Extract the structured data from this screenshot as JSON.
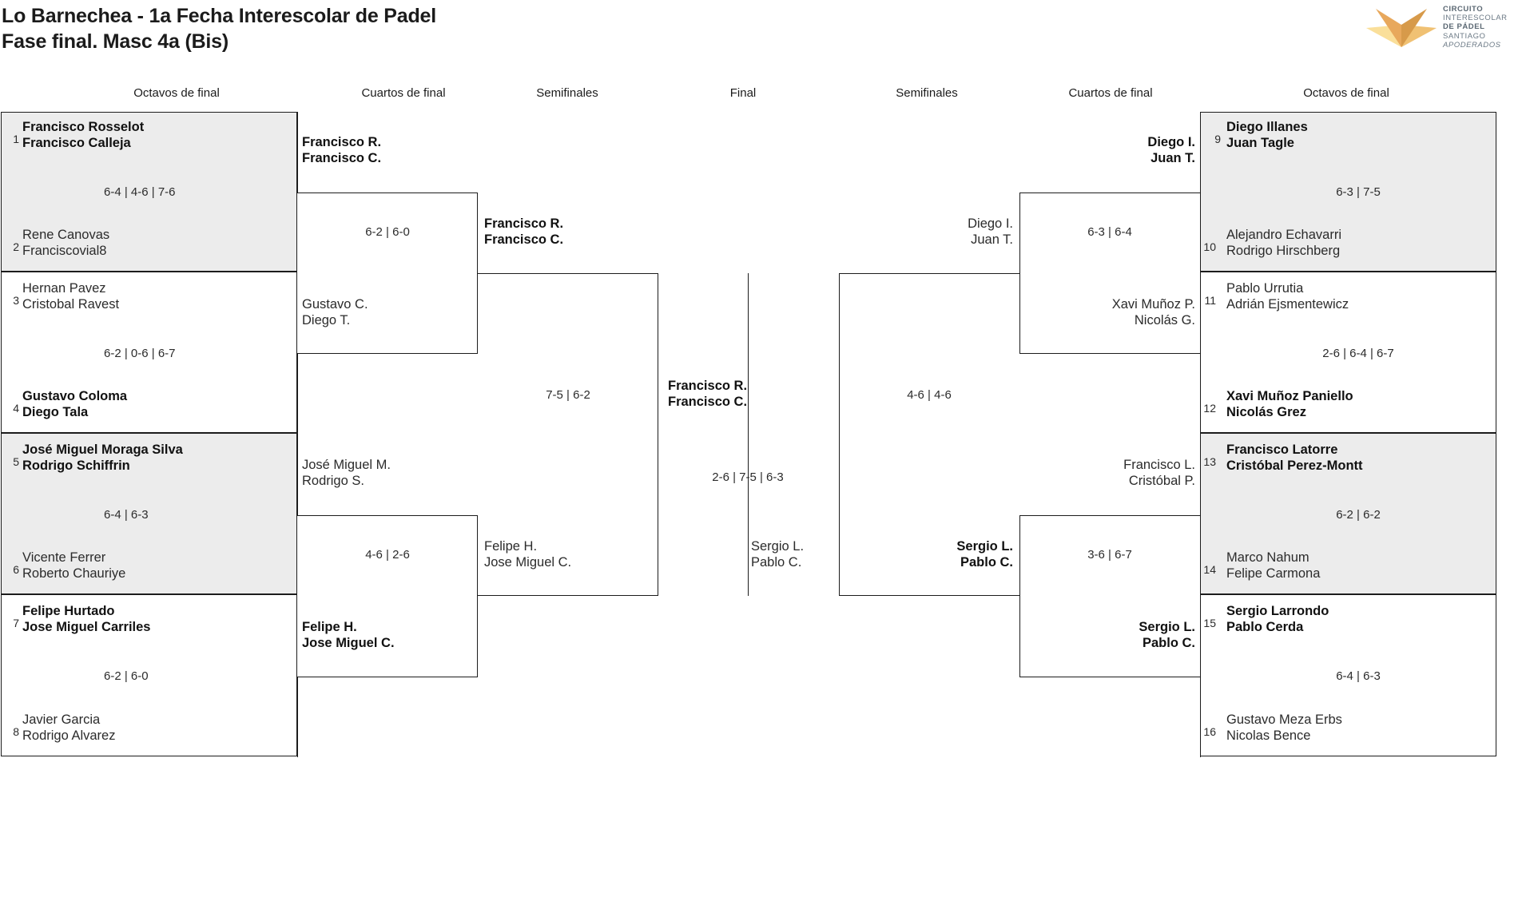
{
  "header": {
    "title_line1": "Lo Barnechea - 1a Fecha Interescolar de Padel",
    "title_line2": "Fase final. Masc 4a (Bis)"
  },
  "logo": {
    "line1": "CIRCUITO",
    "line2": "INTERESCOLAR",
    "line3": "DE PÁDEL",
    "line4": "SANTIAGO",
    "line5": "APODERADOS",
    "color_dark": "#d79a4a",
    "color_mid": "#e8a85c",
    "color_light": "#fadf9a",
    "text_color": "#6c7a86"
  },
  "round_labels": {
    "left_r16": "Octavos de final",
    "left_qf": "Cuartos de final",
    "left_sf": "Semifinales",
    "final": "Final",
    "right_sf": "Semifinales",
    "right_qf": "Cuartos de final",
    "right_r16": "Octavos de final"
  },
  "left_r16": [
    {
      "shaded": true,
      "top": {
        "seed": "1",
        "p1": "Francisco Rosselot",
        "p2": "Francisco Calleja",
        "winner": true
      },
      "bottom": {
        "seed": "2",
        "p1": "Rene Canovas",
        "p2": "Franciscovial8",
        "winner": false
      },
      "score": "6-4 | 4-6 | 7-6"
    },
    {
      "shaded": false,
      "top": {
        "seed": "3",
        "p1": "Hernan Pavez",
        "p2": "Cristobal Ravest",
        "winner": false
      },
      "bottom": {
        "seed": "4",
        "p1": "Gustavo Coloma",
        "p2": "Diego Tala",
        "winner": true
      },
      "score": "6-2 | 0-6 | 6-7"
    },
    {
      "shaded": true,
      "top": {
        "seed": "5",
        "p1": "José Miguel Moraga Silva",
        "p2": "Rodrigo Schiffrin",
        "winner": true
      },
      "bottom": {
        "seed": "6",
        "p1": "Vicente Ferrer",
        "p2": "Roberto Chauriye",
        "winner": false
      },
      "score": "6-4 | 6-3"
    },
    {
      "shaded": false,
      "top": {
        "seed": "7",
        "p1": "Felipe Hurtado",
        "p2": "Jose Miguel Carriles",
        "winner": true
      },
      "bottom": {
        "seed": "8",
        "p1": "Javier Garcia",
        "p2": "Rodrigo Alvarez",
        "winner": false
      },
      "score": "6-2 | 6-0"
    }
  ],
  "right_r16": [
    {
      "shaded": true,
      "top": {
        "seed": "9",
        "p1": "Diego Illanes",
        "p2": "Juan Tagle",
        "winner": true
      },
      "bottom": {
        "seed": "10",
        "p1": "Alejandro Echavarri",
        "p2": "Rodrigo Hirschberg",
        "winner": false
      },
      "score": "6-3 | 7-5"
    },
    {
      "shaded": false,
      "top": {
        "seed": "11",
        "p1": "Pablo Urrutia",
        "p2": "Adrián Ejsmentewicz",
        "winner": false
      },
      "bottom": {
        "seed": "12",
        "p1": "Xavi Muñoz Paniello",
        "p2": "Nicolás Grez",
        "winner": true
      },
      "score": "2-6 | 6-4 | 6-7"
    },
    {
      "shaded": true,
      "top": {
        "seed": "13",
        "p1": "Francisco Latorre",
        "p2": "Cristóbal Perez-Montt",
        "winner": true
      },
      "bottom": {
        "seed": "14",
        "p1": "Marco Nahum",
        "p2": "Felipe Carmona",
        "winner": false
      },
      "score": "6-2 | 6-2"
    },
    {
      "shaded": false,
      "top": {
        "seed": "15",
        "p1": "Sergio Larrondo",
        "p2": "Pablo Cerda",
        "winner": true
      },
      "bottom": {
        "seed": "16",
        "p1": "Gustavo Meza Erbs",
        "p2": "Nicolas Bence",
        "winner": false
      },
      "score": "6-4 | 6-3"
    }
  ],
  "left_qf": [
    {
      "top": {
        "p1": "Francisco R.",
        "p2": "Francisco C.",
        "winner": true
      },
      "bottom": {
        "p1": "Gustavo C.",
        "p2": "Diego T.",
        "winner": false
      },
      "score": "6-2 | 6-0"
    },
    {
      "top": {
        "p1": "José Miguel M.",
        "p2": "Rodrigo S.",
        "winner": false
      },
      "bottom": {
        "p1": "Felipe H.",
        "p2": "Jose Miguel C.",
        "winner": true
      },
      "score": "4-6 | 2-6"
    }
  ],
  "right_qf": [
    {
      "top": {
        "p1": "Diego I.",
        "p2": "Juan T.",
        "winner": true
      },
      "bottom": {
        "p1": "Xavi Muñoz P.",
        "p2": "Nicolás G.",
        "winner": false
      },
      "score": "6-3 | 6-4"
    },
    {
      "top": {
        "p1": "Francisco L.",
        "p2": "Cristóbal P.",
        "winner": false
      },
      "bottom": {
        "p1": "Sergio L.",
        "p2": "Pablo C.",
        "winner": true
      },
      "score": "3-6 | 6-7"
    }
  ],
  "left_sf": {
    "top": {
      "p1": "Francisco R.",
      "p2": "Francisco C.",
      "winner": true
    },
    "bottom": {
      "p1": "Felipe H.",
      "p2": "Jose Miguel C.",
      "winner": false
    },
    "score": "7-5 | 6-2"
  },
  "right_sf": {
    "top": {
      "p1": "Diego I.",
      "p2": "Juan T.",
      "winner": false
    },
    "bottom": {
      "p1": "Sergio L.",
      "p2": "Pablo C.",
      "winner": true
    },
    "score": "4-6 | 4-6"
  },
  "final": {
    "left": {
      "p1": "Francisco R.",
      "p2": "Francisco C.",
      "winner": true
    },
    "right": {
      "p1": "Sergio L.",
      "p2": "Pablo C.",
      "winner": false
    },
    "score": "2-6 | 7-5 | 6-3"
  }
}
